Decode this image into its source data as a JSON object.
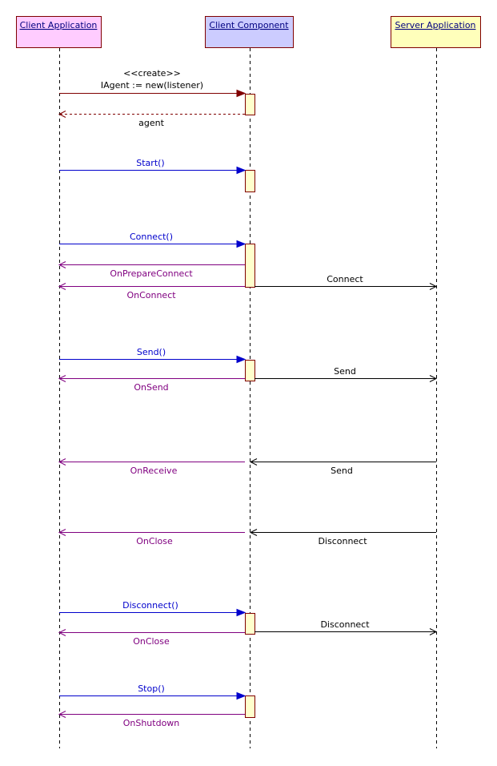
{
  "lifelines": [
    {
      "id": "client_app",
      "name": "Client Application",
      "fill": "#ffccff"
    },
    {
      "id": "client_comp",
      "name": "Client Component",
      "fill": "#ccccff"
    },
    {
      "id": "server_app",
      "name": "Server Application",
      "fill": "#ffffbb"
    }
  ],
  "colors": {
    "sync_call": "#0000cc",
    "sync_arrowhead": "#0000cc",
    "create_call": "#800000",
    "callback": "#800080",
    "network": "#000000",
    "activation_fill": "#ffffcc",
    "activation_border": "#800000"
  },
  "messages": [
    {
      "stereotype": "<<create>>",
      "label": "IAgent := new(listener)",
      "from": "client_app",
      "to": "client_comp",
      "kind": "create"
    },
    {
      "label": "agent",
      "from": "client_comp",
      "to": "client_app",
      "kind": "return"
    },
    {
      "label": "Start()",
      "from": "client_app",
      "to": "client_comp",
      "kind": "call"
    },
    {
      "label": "Connect()",
      "from": "client_app",
      "to": "client_comp",
      "kind": "call"
    },
    {
      "label": "OnPrepareConnect",
      "from": "client_comp",
      "to": "client_app",
      "kind": "callback"
    },
    {
      "label": "OnConnect",
      "from": "client_comp",
      "to": "client_app",
      "kind": "callback"
    },
    {
      "label": "Connect",
      "from": "client_comp",
      "to": "server_app",
      "kind": "network"
    },
    {
      "label": "Send()",
      "from": "client_app",
      "to": "client_comp",
      "kind": "call"
    },
    {
      "label": "OnSend",
      "from": "client_comp",
      "to": "client_app",
      "kind": "callback"
    },
    {
      "label": "Send",
      "from": "client_comp",
      "to": "server_app",
      "kind": "network"
    },
    {
      "label": "Send",
      "from": "server_app",
      "to": "client_comp",
      "kind": "network"
    },
    {
      "label": "OnReceive",
      "from": "client_comp",
      "to": "client_app",
      "kind": "callback"
    },
    {
      "label": "Disconnect",
      "from": "server_app",
      "to": "client_comp",
      "kind": "network"
    },
    {
      "label": "OnClose",
      "from": "client_comp",
      "to": "client_app",
      "kind": "callback"
    },
    {
      "label": "Disconnect()",
      "from": "client_app",
      "to": "client_comp",
      "kind": "call"
    },
    {
      "label": "OnClose",
      "from": "client_comp",
      "to": "client_app",
      "kind": "callback"
    },
    {
      "label": "Disconnect",
      "from": "client_comp",
      "to": "server_app",
      "kind": "network"
    },
    {
      "label": "Stop()",
      "from": "client_app",
      "to": "client_comp",
      "kind": "call"
    },
    {
      "label": "OnShutdown",
      "from": "client_comp",
      "to": "client_app",
      "kind": "callback"
    }
  ]
}
